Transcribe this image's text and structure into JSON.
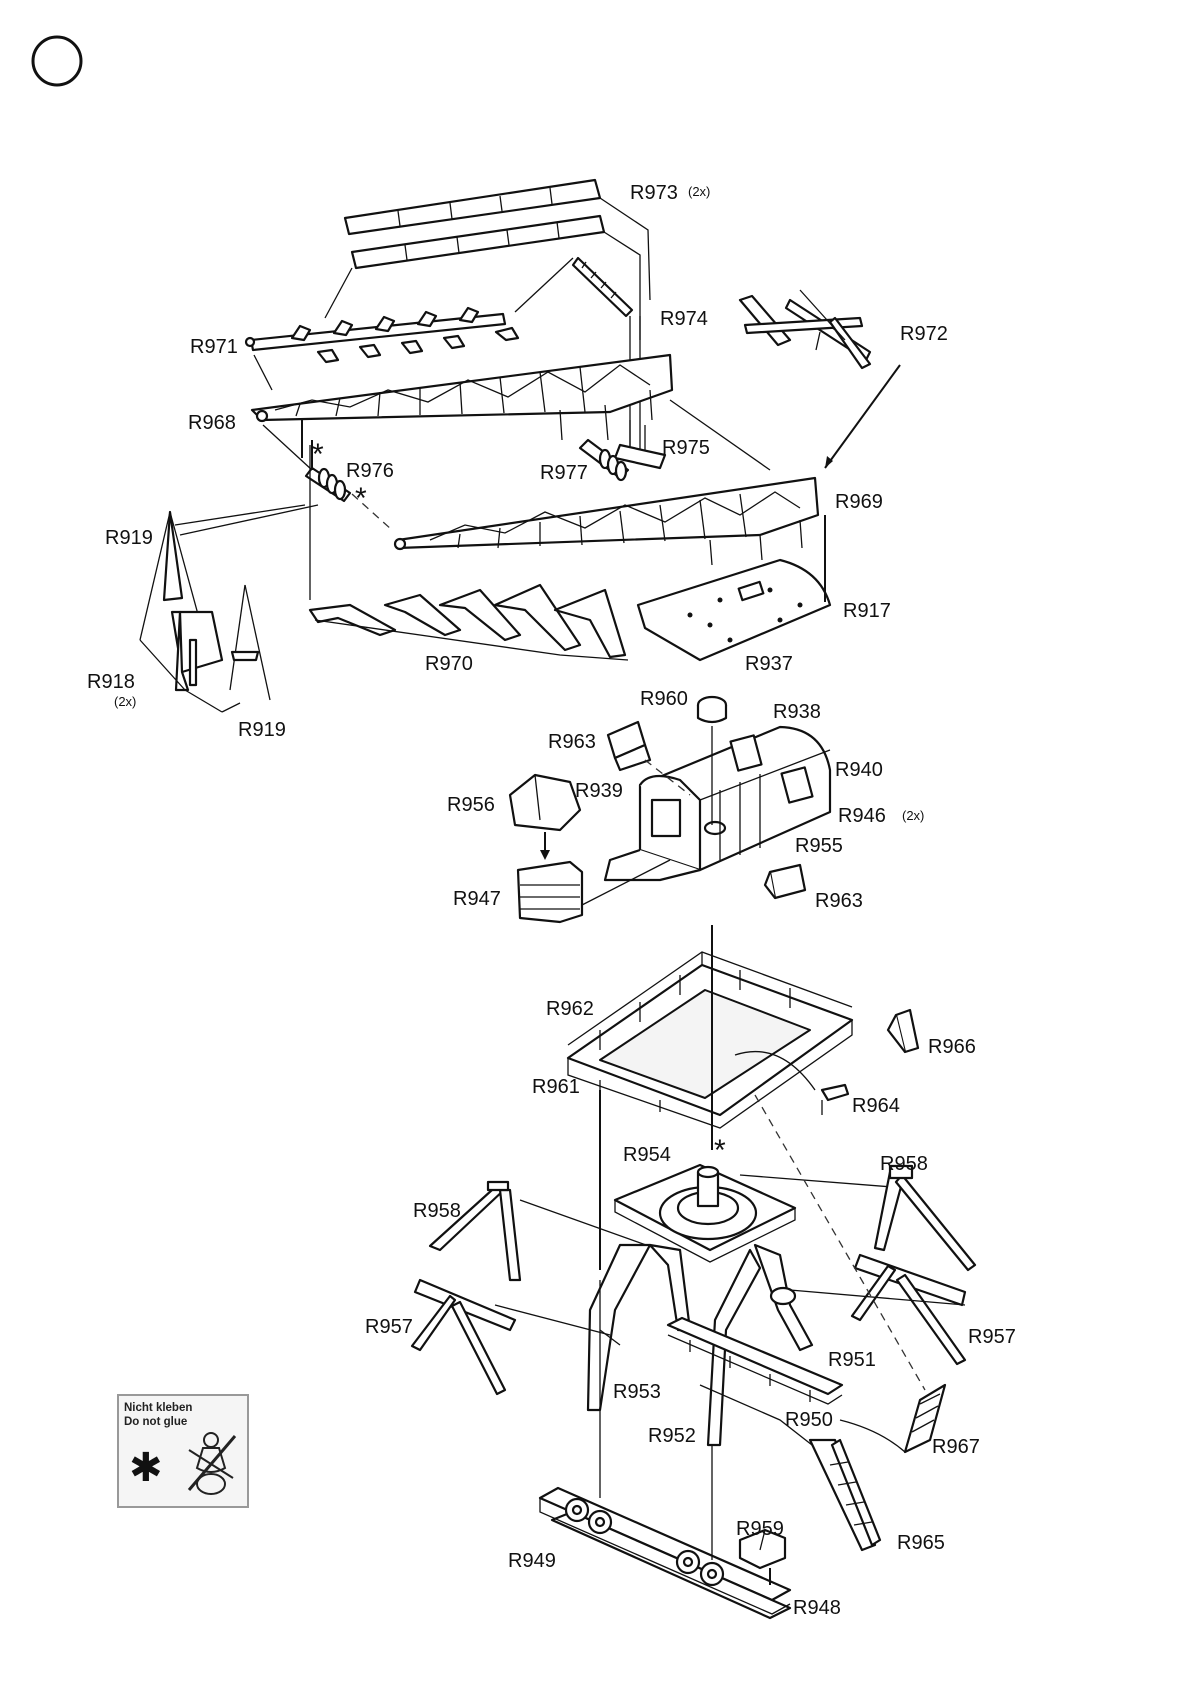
{
  "labels": {
    "R973": "R973",
    "R974": "R974",
    "R971": "R971",
    "R972": "R972",
    "R968": "R968",
    "R975": "R975",
    "R976": "R976",
    "R977": "R977",
    "R969": "R969",
    "R919": "R919",
    "R917": "R917",
    "R918": "R918",
    "R970": "R970",
    "R937": "R937",
    "R960": "R960",
    "R938": "R938",
    "R963": "R963",
    "R940": "R940",
    "R939": "R939",
    "R956": "R956",
    "R946": "R946",
    "R955": "R955",
    "R947": "R947",
    "R962": "R962",
    "R966": "R966",
    "R961": "R961",
    "R964": "R964",
    "R954": "R954",
    "R958": "R958",
    "R957": "R957",
    "R951": "R951",
    "R953": "R953",
    "R950": "R950",
    "R967": "R967",
    "R952": "R952",
    "R959": "R959",
    "R965": "R965",
    "R949": "R949",
    "R948": "R948"
  },
  "quantities": {
    "two": "(2x)"
  },
  "legend": {
    "line1": "Nicht kleben",
    "line2": "Do not glue",
    "symbol": "✱"
  },
  "markers": {
    "no_glue": "*"
  }
}
